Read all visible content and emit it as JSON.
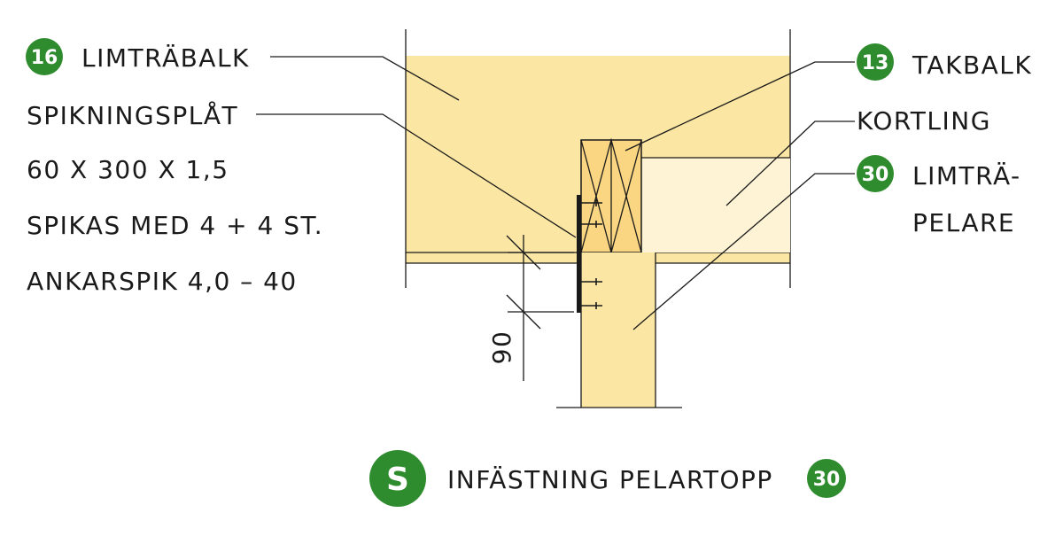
{
  "colors": {
    "glulam": "#fbe6a3",
    "kortling": "#fef3d4",
    "takbalk": "#fbd682",
    "badge": "#2e8b2e",
    "line": "#1a1a1a"
  },
  "labels": {
    "limtrabalk": {
      "number": "16",
      "text": "LIMTRÄBALK"
    },
    "takbalk": {
      "number": "13",
      "text": "TAKBALK"
    },
    "kortling": {
      "text": "KORTLING"
    },
    "limtrapelare": {
      "number": "30",
      "line1": "LIMTRÄ-",
      "line2": "PELARE"
    },
    "spikningsplat": {
      "title": "SPIKNINGSPLÅT",
      "size": "60 X 300 X 1,5",
      "nailing": "SPIKAS MED 4 + 4 ST.",
      "nail": "ANKARSPIK 4,0 – 40"
    }
  },
  "dimension": {
    "value": "90"
  },
  "footer": {
    "letter": "S",
    "title": "INFÄSTNING PELARTOPP",
    "number": "30"
  }
}
